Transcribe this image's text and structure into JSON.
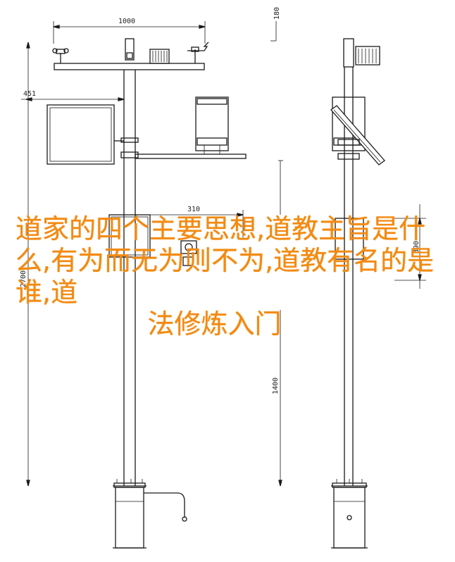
{
  "dimensions": {
    "top_width": "1000",
    "left_offset": "451",
    "mid_width": "310",
    "total_height": "2700",
    "right_top": "180",
    "right_mid": "390",
    "right_low": "1400"
  },
  "headline": {
    "lines": [
      "道家的四个主要思想,道教",
      "主旨是什么,有为而无为则",
      "不为,道教有名的是谁,道",
      "法修炼入门"
    ],
    "color": "#f28a12"
  }
}
